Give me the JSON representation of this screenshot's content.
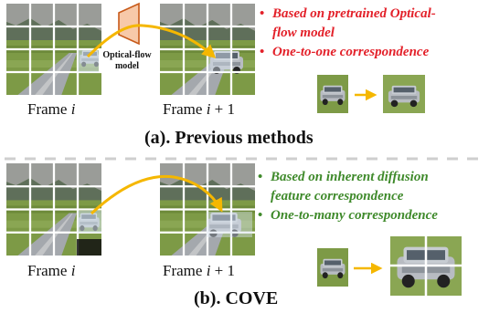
{
  "colors": {
    "flow_arrow": "#f5b700",
    "model_fill": "#f7c9a9",
    "model_stroke": "#c85a1a",
    "previous_text": "#e3212a",
    "cove_text": "#3f8a2b",
    "divider": "#cfcfcf"
  },
  "previous": {
    "title": "(a). Previous methods",
    "frame_left_caption": "Frame ",
    "frame_left_var": "i",
    "frame_right_caption": "Frame ",
    "frame_right_var": "i",
    "frame_right_suffix": " + 1",
    "model_label_line1": "Optical-flow",
    "model_label_line2": "model",
    "bullets": [
      {
        "line1": "Based on pretrained Optical-",
        "line2": "flow model"
      },
      {
        "line1": "One-to-one correspondence",
        "line2": ""
      }
    ]
  },
  "cove": {
    "title": "(b). COVE",
    "frame_left_caption": "Frame ",
    "frame_left_var": "i",
    "frame_right_caption": "Frame ",
    "frame_right_var": "i",
    "frame_right_suffix": " + 1",
    "bullets": [
      {
        "line1": "Based on inherent diffusion",
        "line2": "feature correspondence"
      },
      {
        "line1": "One-to-many correspondence",
        "line2": ""
      }
    ]
  },
  "bullet_glyph": "•"
}
